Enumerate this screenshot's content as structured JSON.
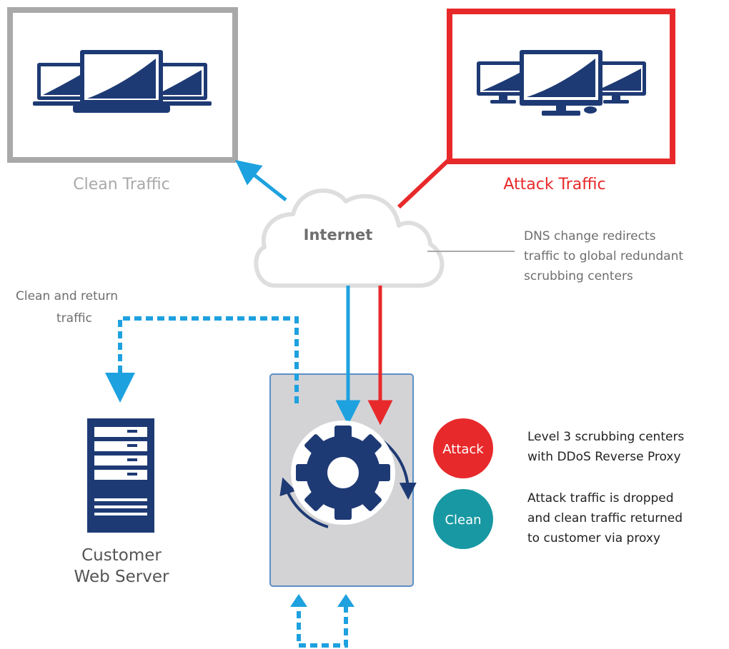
{
  "colors": {
    "navy": "#1e3a74",
    "blue": "#1ea1df",
    "red": "#e8292b",
    "gray": "#a9a9a9",
    "teal": "#1898a2",
    "panel": "#d3d3d6",
    "panel_border": "#5d8fc6",
    "cloud": "#dedede",
    "text": "#222222",
    "muted": "#6e6e6e"
  },
  "icons": [
    "monitors-icon",
    "desktop-workstations-icon",
    "cloud-icon",
    "server-tower-icon",
    "gear-icon",
    "refresh-arrows-icon"
  ],
  "clean_box": {
    "label": "Clean Traffic"
  },
  "attack_box": {
    "label": "Attack Traffic"
  },
  "cloud": {
    "label": "Internet"
  },
  "dns_note": {
    "line1": "DNS change redirects",
    "line2": "traffic to global redundant",
    "line3": "scrubbing centers"
  },
  "return_note": {
    "line1": "Clean and return",
    "line2": "traffic"
  },
  "server": {
    "line1": "Customer",
    "line2": "Web Server"
  },
  "legend": {
    "attack_badge": "Attack",
    "clean_badge": "Clean",
    "attack_desc_line1": "Level 3 scrubbing centers",
    "attack_desc_line2": "with DDoS Reverse Proxy",
    "clean_desc_line1": "Attack traffic is dropped",
    "clean_desc_line2": "and clean traffic returned",
    "clean_desc_line3": "to customer via proxy"
  }
}
